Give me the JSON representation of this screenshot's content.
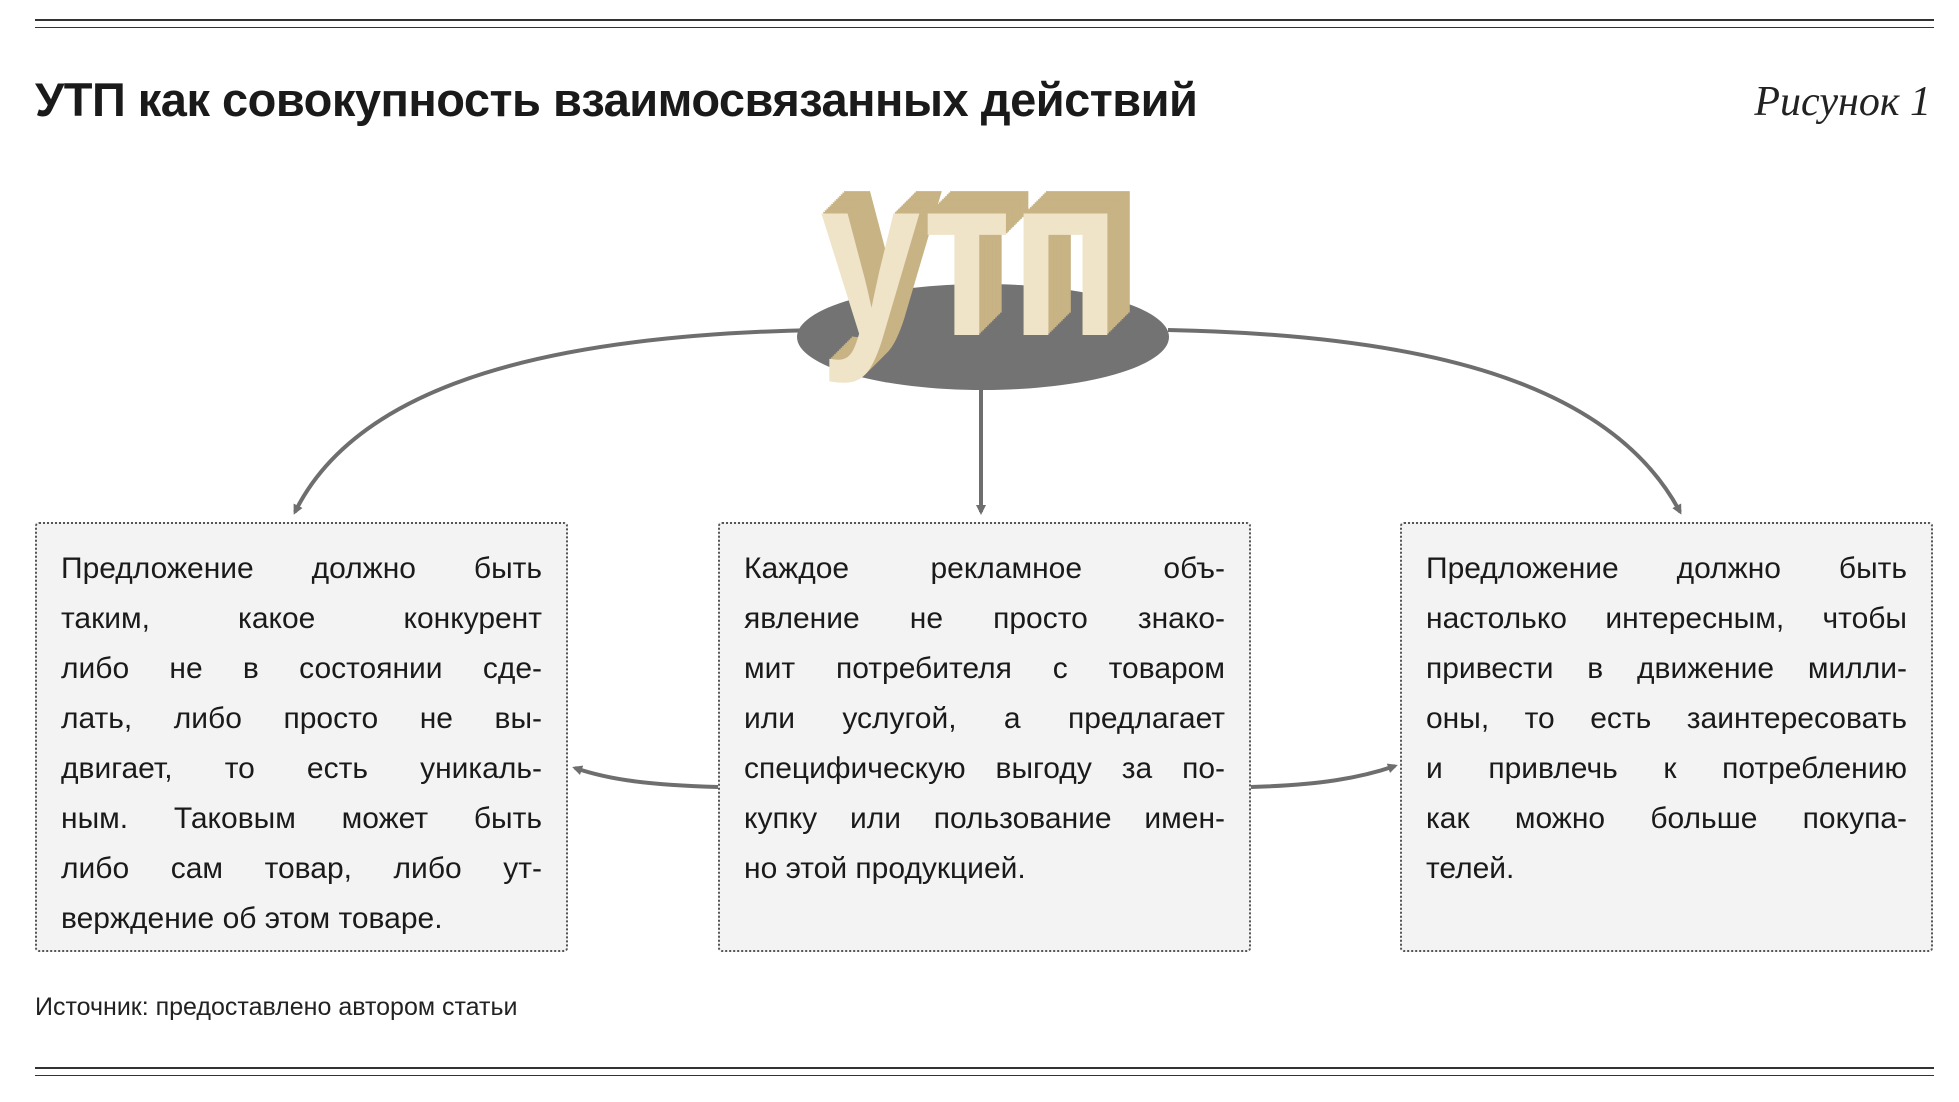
{
  "header": {
    "title": "УТП как совокупность взаимосвязанных действий",
    "figure_label": "Рисунок 1"
  },
  "logo": {
    "text": "УТП"
  },
  "boxes": [
    {
      "lines": [
        "Предложение должно быть",
        "таким, какое конкурент",
        "либо не в состоянии сде-",
        "лать, либо просто не вы-",
        "двигает, то есть уникаль-",
        "ным. Таковым может быть",
        "либо сам товар, либо ут-",
        "верждение об этом товаре."
      ]
    },
    {
      "lines": [
        "Каждое рекламное объ-",
        "явление не просто знако-",
        "мит потребителя с товаром",
        "или услугой, а предлагает",
        "специфическую выгоду за по-",
        "купку или пользование имен-",
        "но этой продукцией."
      ]
    },
    {
      "lines": [
        "Предложение должно быть",
        "настолько интересным, чтобы",
        "привести в движение милли-",
        "оны, то есть заинтересовать",
        "и привлечь к потреблению",
        "как можно больше покупа-",
        "телей."
      ]
    }
  ],
  "footer": {
    "source": "Источник: предоставлено автором статьи"
  },
  "colors": {
    "arrow": "#6e6e6e",
    "ellipse": "#737373",
    "letter_face": "#efe3c8",
    "letter_side": "#c8b385",
    "box_bg": "#f3f3f3"
  }
}
